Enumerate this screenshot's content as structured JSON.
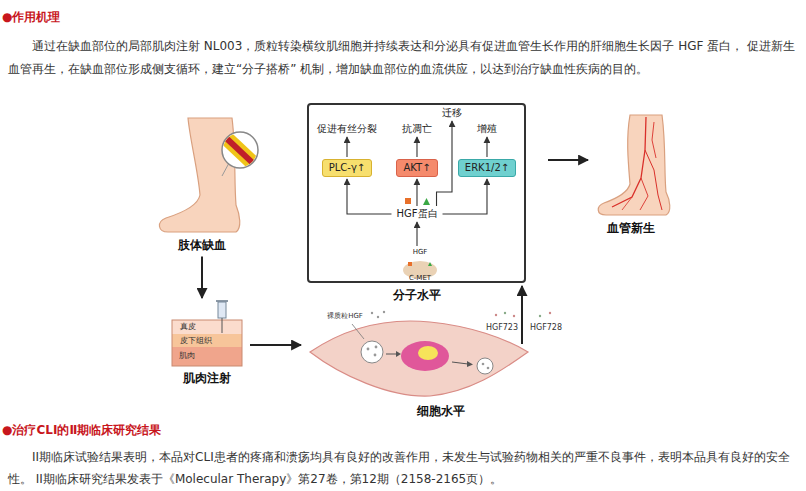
{
  "diagram": {
    "nodes": [
      {
        "text": [
          "分子水平"
        ]
      },
      {
        "text": [
          "促进有丝分裂"
        ],
        "in": 0
      },
      {
        "text": [
          "抗凋亡"
        ],
        "in": 0
      },
      {
        "text": [
          "迁移"
        ],
        "in": 0
      },
      {
        "text": [
          "增殖"
        ],
        "in": 0
      },
      {
        "text": [
          "PLC-γ↑"
        ],
        "in": 0
      },
      {
        "text": [
          "AKT↑"
        ],
        "in": 0
      },
      {
        "text": [
          "ERK1/2↑"
        ],
        "in": 0
      },
      {
        "text": [
          "HGF蛋白"
        ],
        "in": 0
      },
      {
        "text": [
          "HGF",
          "C-MET"
        ],
        "in": 0
      },
      {
        "text": [
          "肢体缺血"
        ]
      },
      {
        "text": [
          "血管新生"
        ]
      },
      {
        "text": [
          "肌肉注射"
        ]
      },
      {
        "text": [
          "细胞水平"
        ]
      }
    ],
    "edges": [
      {
        "from": 9,
        "to": 8,
        "arrow": "to"
      },
      {
        "from": 8,
        "to": 5,
        "arrow": "to"
      },
      {
        "from": 8,
        "to": 6,
        "arrow": "to"
      },
      {
        "from": 8,
        "to": 7,
        "arrow": "to"
      },
      {
        "from": 8,
        "to": 3,
        "arrow": "to"
      },
      {
        "from": 5,
        "to": 1,
        "arrow": "to"
      },
      {
        "from": 6,
        "to": 2,
        "arrow": "to"
      },
      {
        "from": 7,
        "to": 4,
        "arrow": "to"
      },
      {
        "from": 10,
        "to": 12,
        "arrow": "to"
      },
      {
        "from": 12,
        "to": 13,
        "arrow": "to"
      },
      {
        "from": 13,
        "to": 0,
        "arrow": "to"
      },
      {
        "from": 0,
        "to": 11,
        "arrow": "to"
      }
    ],
    "labels": [
      "●作用机理",
      "通过在缺血部位的局部肌肉注射 NL003，质粒转染横纹肌细胞并持续表达和分泌具有促进血管生长作用的肝细胞生长因子 HGF 蛋白， 促进新生血管再生，在缺血部位形成侧支循环，建立“分子搭桥” 机制，增加缺血部位的血流供应，以达到治疗缺血性疾病的目的。",
      "真皮",
      "皮下组织",
      "肌肉",
      "裸质粒HGF",
      "HGF723",
      "HGF728",
      "●治疗CLI的Ⅱ期临床研究结果",
      "II期临床试验结果表明，本品对CLI患者的疼痛和溃疡均具有良好的改善作用，未发生与试验药物相关的严重不良事件，表明本品具有良好的安全性。 II期临床研究结果发表于《Molecular Therapy》第27卷，第12期（2158-2165页）。"
    ]
  }
}
